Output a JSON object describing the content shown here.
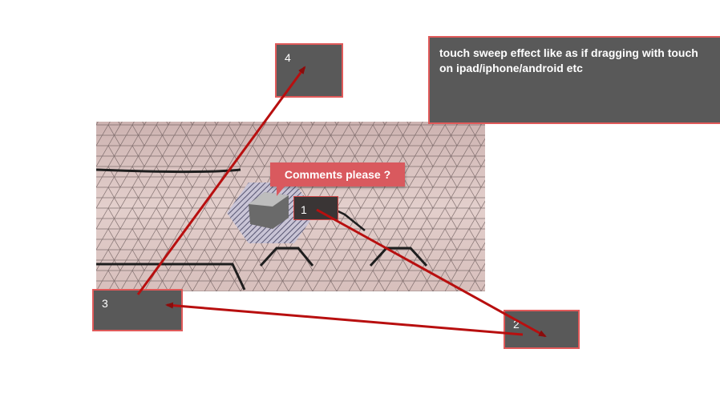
{
  "note": {
    "text": "touch sweep effect like as if dragging with touch on ipad/iphone/android etc"
  },
  "bubble": {
    "text": "Comments please ?"
  },
  "markers": [
    {
      "label": "1"
    },
    {
      "label": "2"
    },
    {
      "label": "3"
    },
    {
      "label": "4"
    }
  ],
  "colors": {
    "arrow": "#b80f0f",
    "box_fill": "#595959",
    "box_border": "#e05a5a",
    "bubble": "#d9595e",
    "floor": "#d7bfbc"
  }
}
